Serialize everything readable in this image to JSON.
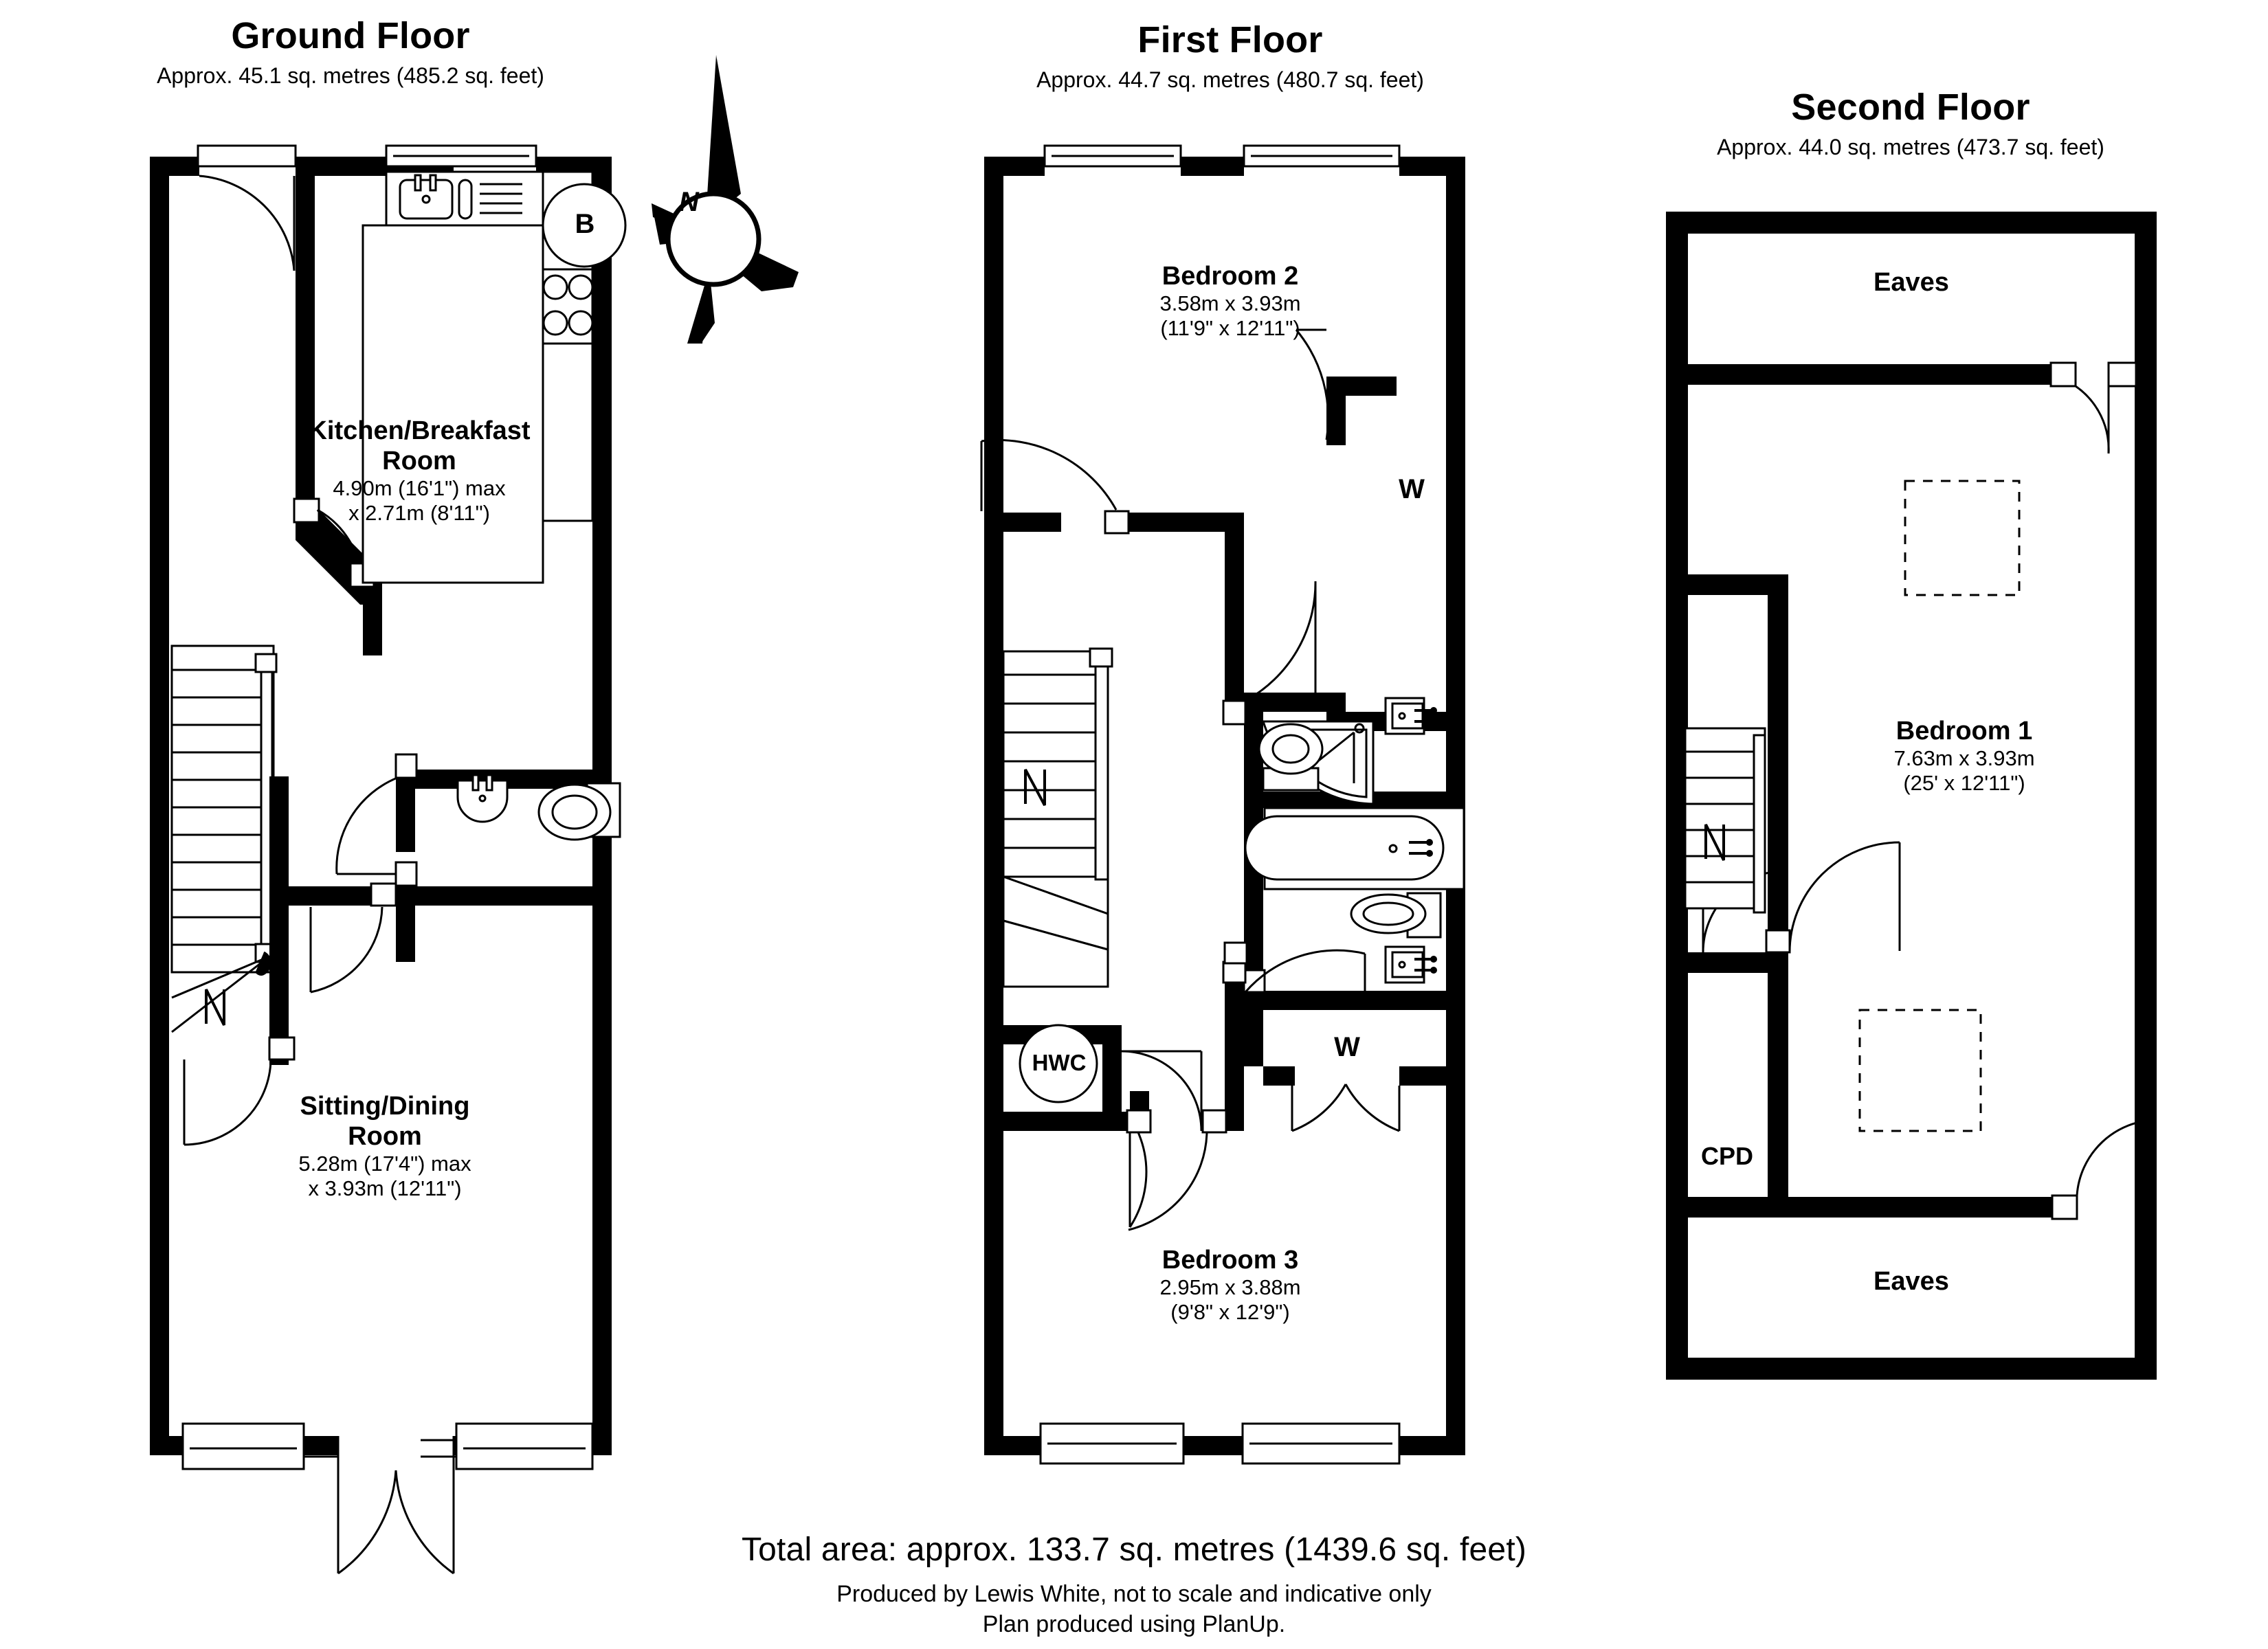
{
  "document": {
    "type": "floor-plan",
    "total_area": "Total area: approx. 133.7 sq. metres (1439.6 sq. feet)",
    "credit": "Produced by Lewis White, not to scale and indicative only\nPlan produced using PlanUp."
  },
  "compass": {
    "north_label": "N",
    "icon": "compass-rose-icon"
  },
  "floors": [
    {
      "id": "ground",
      "title": "Ground Floor",
      "area": "Approx. 45.1 sq. metres (485.2 sq. feet)",
      "rooms": [
        {
          "id": "kitchen-breakfast-room",
          "name": "Kitchen/Breakfast\nRoom",
          "dimensions": "4.90m (16'1\") max\nx 2.71m (8'11\")"
        },
        {
          "id": "sitting-dining-room",
          "name": "Sitting/Dining\nRoom",
          "dimensions": "5.28m (17'4\") max\nx 3.93m (12'11\")"
        }
      ],
      "tags": [
        {
          "id": "boiler",
          "label": "B",
          "shape": "circle"
        }
      ],
      "fixtures": [
        "sink-icon",
        "drainer-icon",
        "hob-icon",
        "worktop-icon",
        "wc-icon",
        "basin-icon",
        "staircase-icon"
      ]
    },
    {
      "id": "first",
      "title": "First Floor",
      "area": "Approx. 44.7 sq. metres (480.7 sq. feet)",
      "rooms": [
        {
          "id": "bedroom-2",
          "name": "Bedroom 2",
          "dimensions": "3.58m x 3.93m\n(11'9\" x 12'11\")"
        },
        {
          "id": "bedroom-3",
          "name": "Bedroom 3",
          "dimensions": "2.95m x 3.88m\n(9'8\" x 12'9\")"
        }
      ],
      "tags": [
        {
          "id": "wardrobe-upper",
          "label": "W",
          "shape": "plain"
        },
        {
          "id": "wardrobe-lower",
          "label": "W",
          "shape": "plain"
        },
        {
          "id": "hot-water-cylinder",
          "label": "HWC",
          "shape": "circle"
        }
      ],
      "fixtures": [
        "shower-icon",
        "wc-icon",
        "bath-icon",
        "basin-icon",
        "radiator-icon",
        "staircase-icon"
      ]
    },
    {
      "id": "second",
      "title": "Second Floor",
      "area": "Approx. 44.0 sq. metres (473.7 sq. feet)",
      "rooms": [
        {
          "id": "bedroom-1",
          "name": "Bedroom 1",
          "dimensions": "7.63m x 3.93m\n(25' x 12'11\")"
        }
      ],
      "tags": [
        {
          "id": "eaves-top",
          "label": "Eaves",
          "shape": "plain"
        },
        {
          "id": "eaves-bottom",
          "label": "Eaves",
          "shape": "plain"
        },
        {
          "id": "cupboard",
          "label": "CPD",
          "shape": "plain"
        }
      ],
      "fixtures": [
        "staircase-icon",
        "eaves-hatch-icon"
      ]
    }
  ],
  "style": {
    "wall_color": "#000000",
    "background": "#ffffff",
    "line_color": "#000000"
  }
}
